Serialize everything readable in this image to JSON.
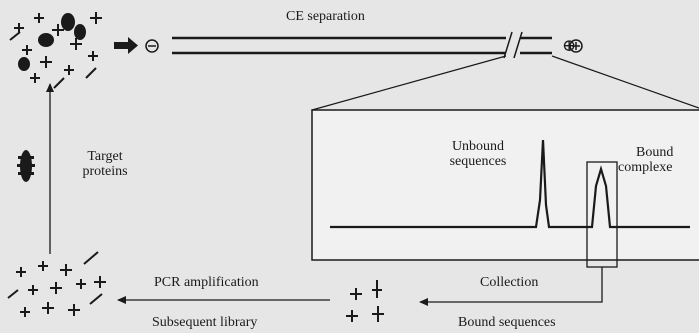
{
  "labels": {
    "ce_separation": "CE separation",
    "target_line1": "Target",
    "target_line2": "proteins",
    "unbound_line1": "Unbound",
    "unbound_line2": "sequences",
    "bound_line1": "Bound",
    "bound_line2": "complexe",
    "pcr_amplification": "PCR amplification",
    "subsequent_library": "Subsequent library",
    "collection": "Collection",
    "bound_sequences": "Bound sequences"
  },
  "electrodes": {
    "negative": "⊖",
    "positive": "⊕"
  },
  "colors": {
    "background": "#e6e6e6",
    "ink": "#1a1a1a",
    "inset_fill": "#f1f1f1"
  }
}
